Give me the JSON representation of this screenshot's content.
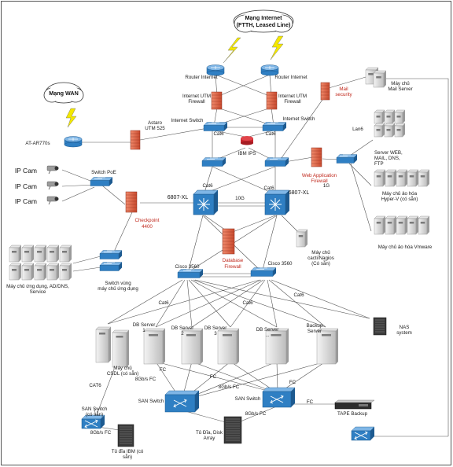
{
  "colors": {
    "device_blue": "#2f7fc3",
    "device_blue_light": "#7fb6e6",
    "firewall": "#e1654a",
    "red_text": "#c0281c",
    "link": "#555555",
    "lightning": "#f4e800"
  },
  "clouds": {
    "internet": [
      "Mạng Internet",
      "(FTTH, Leased Line)"
    ],
    "wan": "Mạng WAN"
  },
  "labels": {
    "router_internet_left": "Router Internet",
    "router_internet_right": "Router Internet",
    "utm_fw_left": [
      "Internet UTM",
      "Firewall"
    ],
    "utm_fw_right": [
      "Internet UTM",
      "Firewall"
    ],
    "internet_switch_left": "Internet Switch",
    "internet_switch_right": "Internet Switch",
    "cat6_top_left": "Cat6",
    "cat6_top_right": "Cat6",
    "ibm_ips": "IBM IPS",
    "astaro": [
      "Astaro",
      "UTM 525"
    ],
    "at_router": "AT-AR770s",
    "mail_security": [
      "Mail",
      "security"
    ],
    "mail_server": [
      "Máy chủ",
      "Mail Server"
    ],
    "lan6": "Lan6",
    "server_web": [
      "Server WEB,",
      "MAIL, DNS,",
      "FTP"
    ],
    "hyperv": [
      "Máy chủ ảo hóa",
      "Hyper-V (có sẵn)"
    ],
    "vmware": "Máy chủ ảo hóa Vmware",
    "waf": [
      "Web Application",
      "Firewall"
    ],
    "link_1g": "1G",
    "switch_poe": "Switch PoE",
    "ip_cam_1": "IP Cam",
    "ip_cam_2": "IP Cam",
    "ip_cam_3": "IP Cam",
    "checkpoint": [
      "Checkpoint",
      "4400"
    ],
    "core_left": "6807-XL",
    "core_right": "6807-XL",
    "cat6_core_left": "Cat6",
    "cat6_core_right": "Cat6",
    "link_10g": "10G",
    "cacti": [
      "Máy chủ",
      "cacti/Nagios",
      "(Có sẵn)"
    ],
    "db_firewall": [
      "Database",
      "Firewall"
    ],
    "app_servers": [
      "Máy chủ ứng dụng, AD/DNS,",
      "Service"
    ],
    "switch_app": [
      "Switch vùng",
      "máy chủ ứng dụng"
    ],
    "cisco_left": "Cisco 3560",
    "cisco_right": "Cisco 3560",
    "cat6_dist_left": "Cat6",
    "cat6_dist_mid": "Cat6",
    "cat6_dist_right": "Cat6",
    "db1": [
      "DB Server",
      "1"
    ],
    "db2": [
      "DB Server",
      "2"
    ],
    "db3": [
      "DB Server",
      "3"
    ],
    "db_more": [
      "DB Server",
      "..."
    ],
    "backup": [
      "Backup",
      "Server"
    ],
    "nas": [
      "NAS",
      "system"
    ],
    "csdl": [
      "Máy chủ",
      "CSDL (có sẵn)"
    ],
    "cat6_left_vert": "CAT6",
    "fc_8g_left": "8Gb/s FC",
    "fc_8g_mid": "8Gb/s FC",
    "fc_8g_right": "8Gb/s FC",
    "fc_8g_bottom_left": "8Gb/s FC",
    "fc_a": "FC",
    "fc_b": "FC",
    "fc_c": "FC",
    "fc_tape": "FC",
    "san_switch_existing": [
      "SAN Switch",
      "(có sẵn)"
    ],
    "san_switch_mid": "SAN Switch",
    "san_switch_right": "SAN Switch",
    "disk_array": [
      "Tủ Đĩa, Disk",
      "Array"
    ],
    "ibm_disk": [
      "Tủ đĩa IBM (có",
      "sẵn)"
    ],
    "tape_backup": "TAPE Backup"
  }
}
